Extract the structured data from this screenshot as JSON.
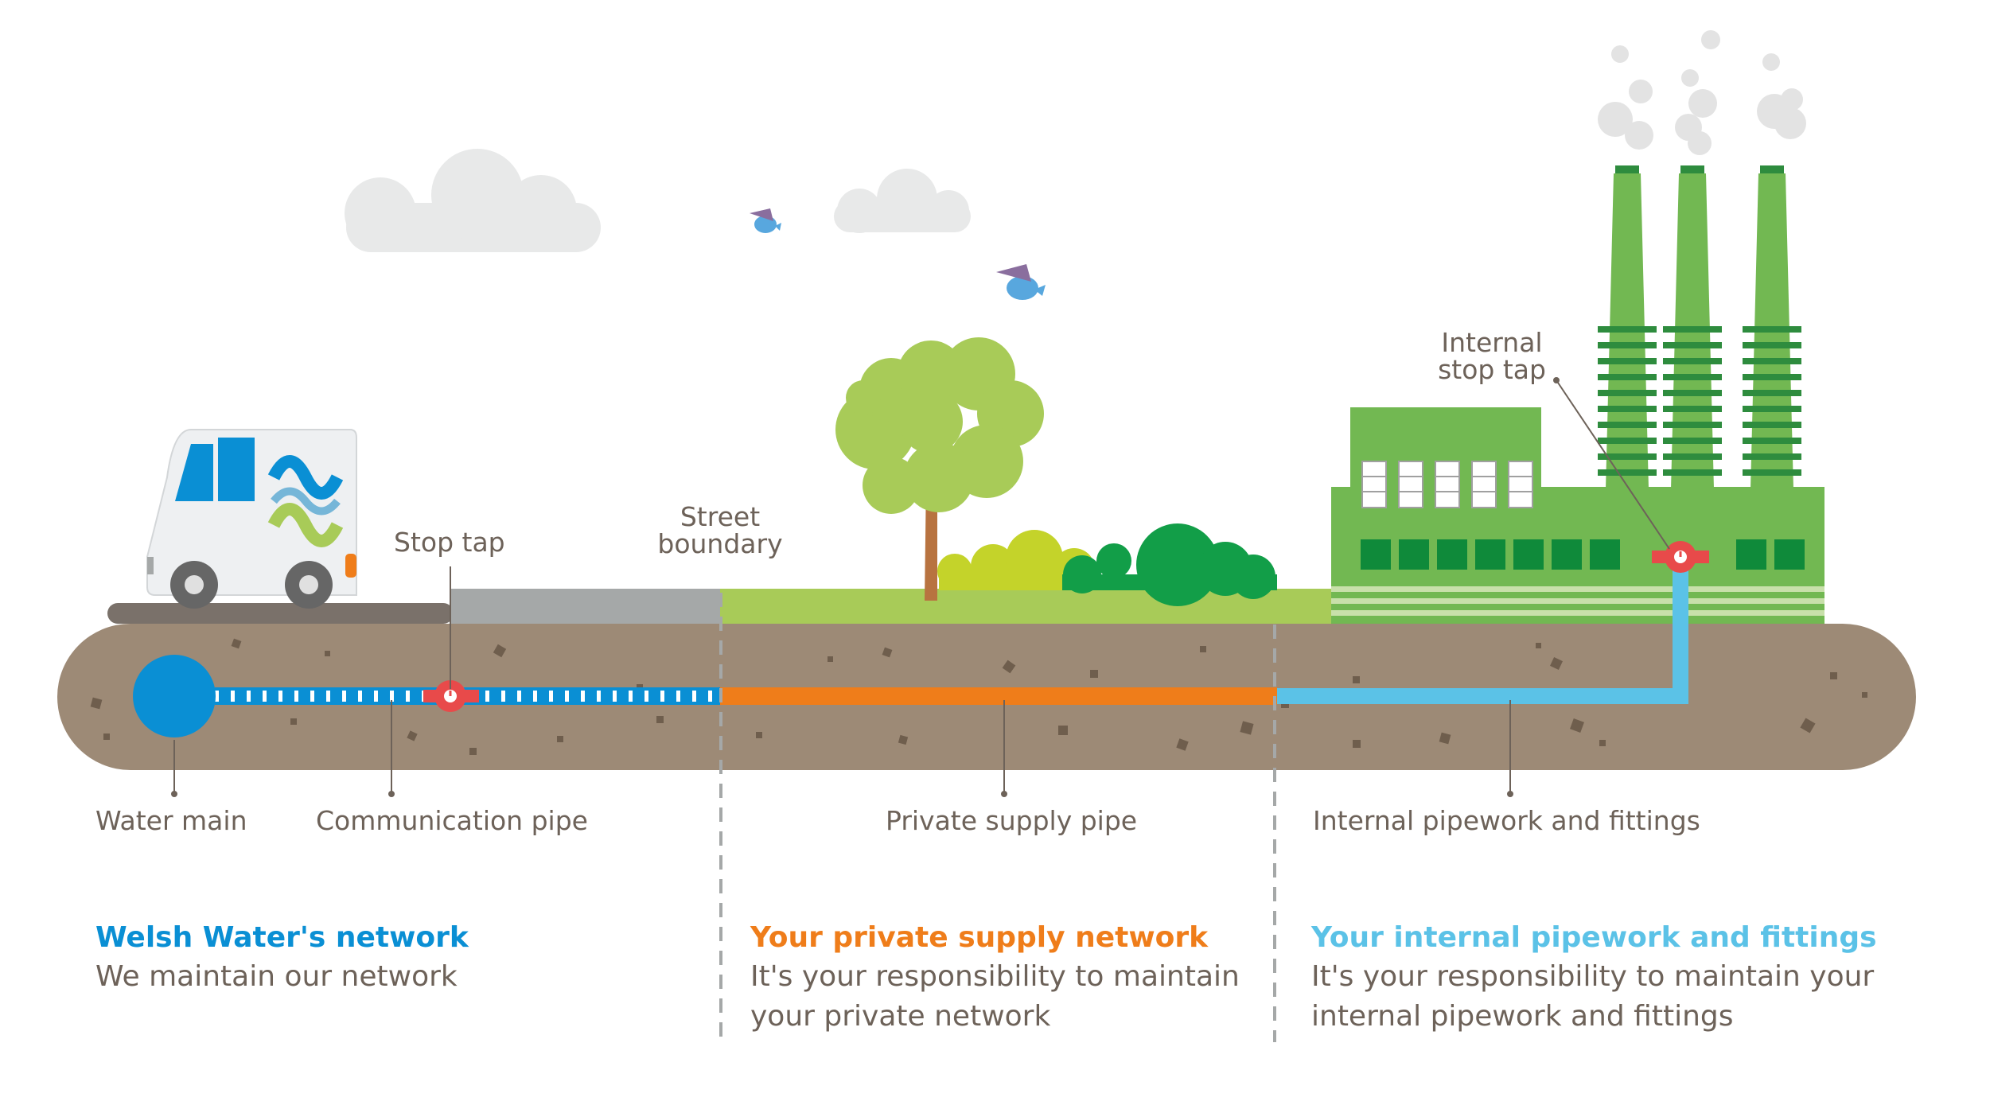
{
  "labels": {
    "stop_tap": "Stop tap",
    "street_boundary_line1": "Street",
    "street_boundary_line2": "boundary",
    "internal_stop_tap_line1": "Internal",
    "internal_stop_tap_line2": "stop tap",
    "water_main": "Water main",
    "communication_pipe": "Communication pipe",
    "private_supply_pipe": "Private supply pipe",
    "internal_pipework": "Internal pipework and fittings"
  },
  "sections": [
    {
      "title": "Welsh Water's network",
      "body_line1": "We maintain our network",
      "body_line2": "",
      "color": "#0a8fd4"
    },
    {
      "title": "Your private supply network",
      "body_line1": "It's your responsibility to maintain",
      "body_line2": "your private network",
      "color": "#ef7d1a"
    },
    {
      "title": "Your internal pipework and fittings",
      "body_line1": "It's your responsibility to maintain your",
      "body_line2": "internal pipework and fittings",
      "color": "#5bc2e7"
    }
  ],
  "colors": {
    "water_main": "#0a8fd4",
    "communication_pipe": "#0a8fd4",
    "private_supply_pipe": "#ef7d1a",
    "internal_pipe": "#5bc2e7",
    "stop_tap": "#e84a4a",
    "soil": "#9d8a76",
    "building": "#72b852",
    "grass": "#a8cb58"
  }
}
